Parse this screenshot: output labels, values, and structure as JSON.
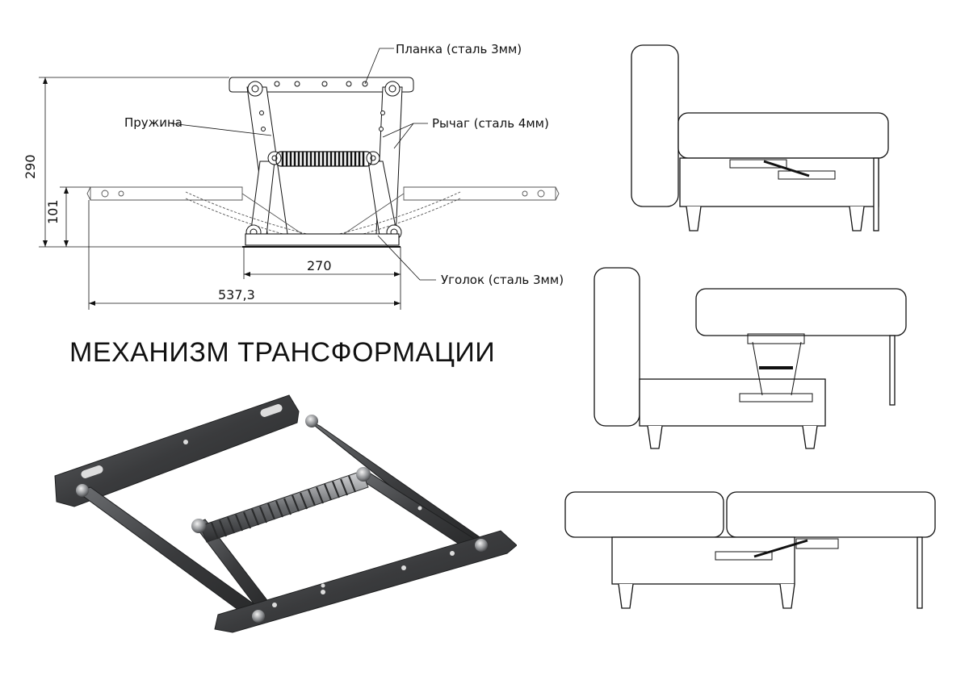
{
  "heading": "МЕХАНИЗМ ТРАНСФОРМАЦИИ",
  "callouts": {
    "plate": "Планка (сталь 3мм)",
    "spring": "Пружина",
    "lever": "Рычаг (сталь 4мм)",
    "bracket": "Уголок (сталь 3мм)"
  },
  "dimensions": {
    "height_total": "290",
    "height_folded": "101",
    "width_base": "270",
    "width_unfolded": "537,3"
  },
  "colors": {
    "line": "#111111",
    "metal_dark": "#3a3b3d",
    "metal_light": "#8a8c8f",
    "spring": "#555555"
  }
}
